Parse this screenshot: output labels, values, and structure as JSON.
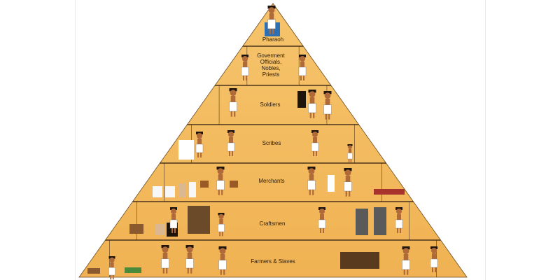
{
  "pyramid": {
    "fill_color": "#f4b95c",
    "line_color": "#2b1a0c",
    "tiers": [
      {
        "id": "pharaoh",
        "lines": [
          "Pharaoh"
        ]
      },
      {
        "id": "officials",
        "lines": [
          "Goverment",
          "Officials,",
          "Nobles,",
          "Priests"
        ]
      },
      {
        "id": "soldiers",
        "lines": [
          "Soldiers"
        ]
      },
      {
        "id": "scribes",
        "lines": [
          "Scribes"
        ]
      },
      {
        "id": "merchants",
        "lines": [
          "Merchants"
        ]
      },
      {
        "id": "craftsmen",
        "lines": [
          "Craftsmen"
        ]
      },
      {
        "id": "farmers",
        "lines": [
          "Farmers & Slaves"
        ]
      }
    ]
  }
}
